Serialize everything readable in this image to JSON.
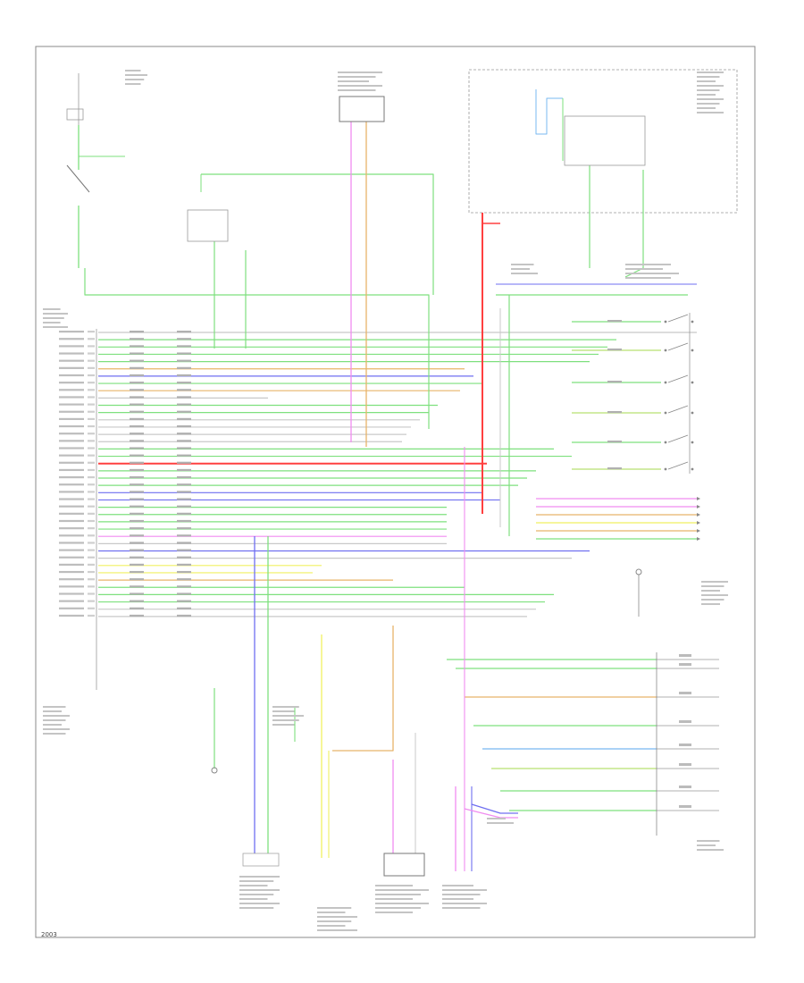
{
  "figure_id": "2003",
  "colors": {
    "green": "#7ee07e",
    "pink": "#f08cf0",
    "orange": "#e8b46a",
    "red": "#ff4040",
    "blue": "#6f6ff0",
    "yellow": "#f0f060",
    "lightblue": "#78b8f0",
    "yellowgreen": "#b8e070",
    "gray": "#c8c8c8"
  },
  "icons": [
    "switch-icon",
    "ground-icon",
    "connector-icon",
    "solenoid-icon"
  ],
  "wire_colors": [
    "green",
    "green",
    "orange",
    "pink",
    "red",
    "blue",
    "yellow",
    "yellowgreen",
    "lightblue",
    "gray"
  ]
}
